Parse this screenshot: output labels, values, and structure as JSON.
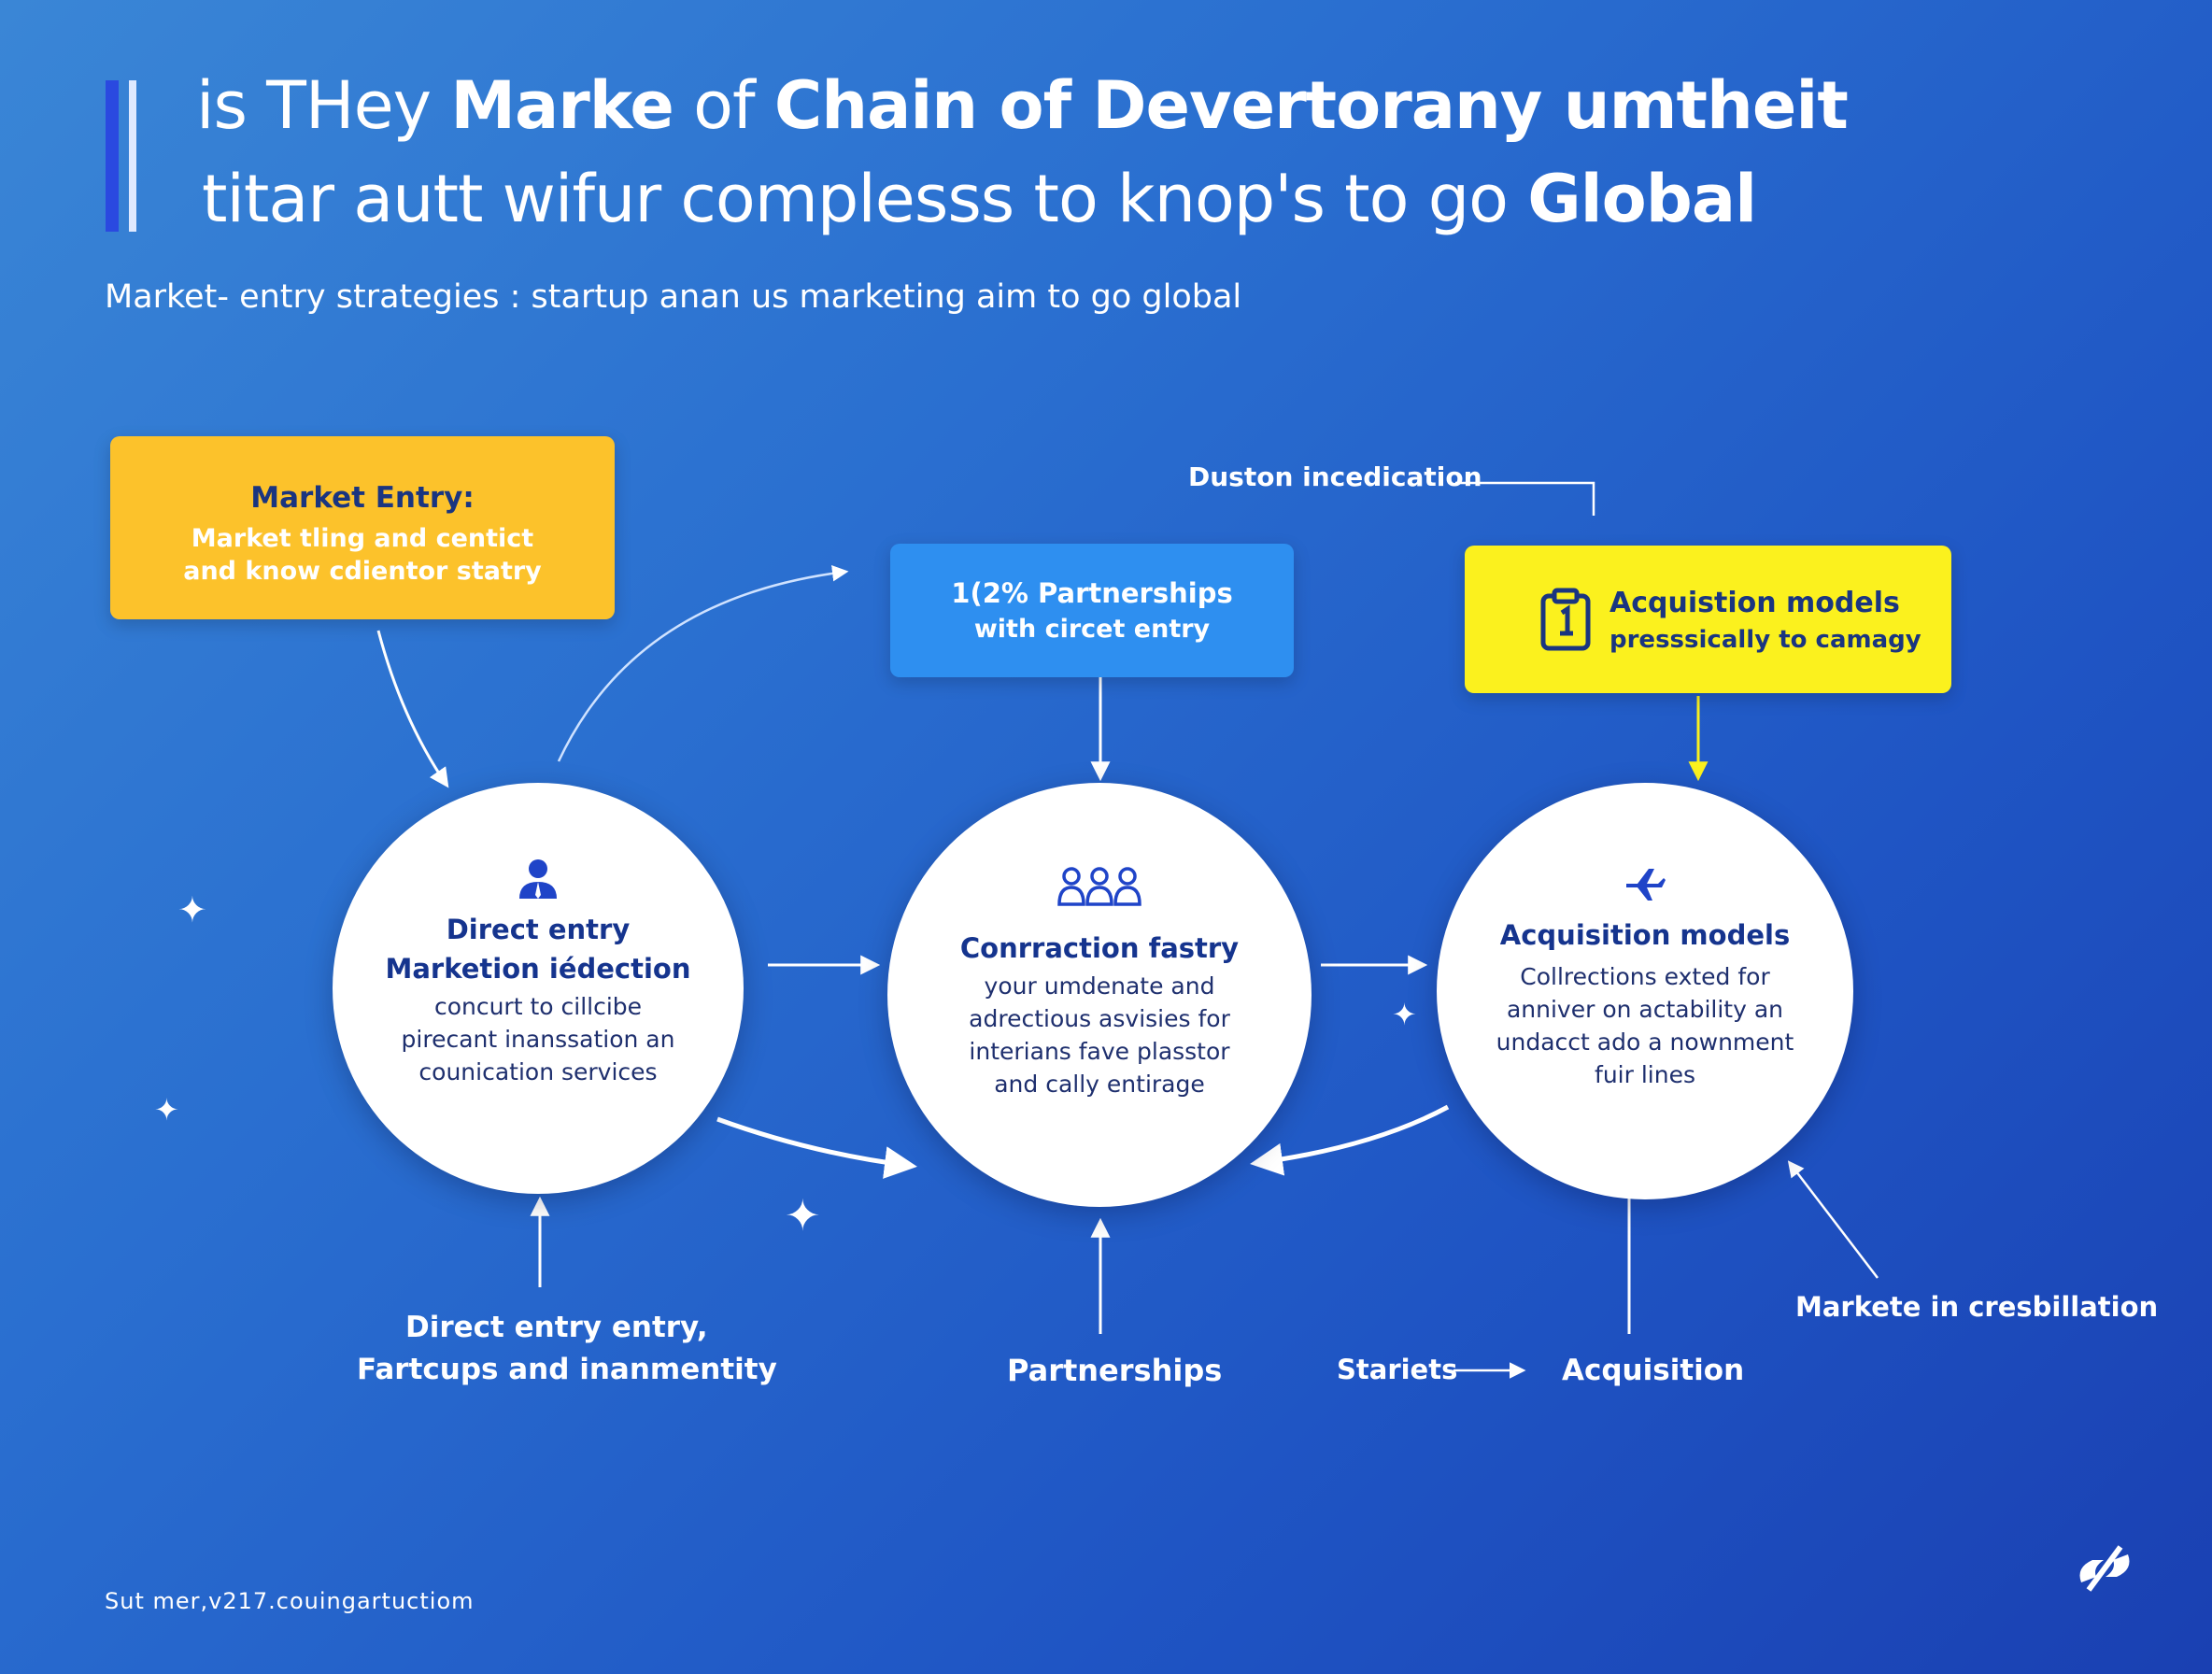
{
  "header": {
    "title_line1_a": "is THey ",
    "title_line1_b": "Marke",
    "title_line1_c": " of ",
    "title_line1_d": "Chain of Devertorany umtheit",
    "title_line2_a": "titar autt wifur complesss to knop's to go ",
    "title_line2_b": "Global",
    "subtitle": "Market- entry strategies : startup anan us marketing aim to go global"
  },
  "boxes": {
    "market_entry": {
      "title": "Market Entry:",
      "line1": "Market tling and centict",
      "line2": "and know cdientor statry"
    },
    "partnerships": {
      "title": "1(2% Partnerships",
      "line1": "with circet entry"
    },
    "acquisition": {
      "title": "Acquistion models",
      "line1": "presssically to camagy"
    }
  },
  "circles": {
    "direct": {
      "title1": "Direct entry",
      "title2": "Marketion iédection",
      "lines": [
        "concurt to cillcibe",
        "pirecant inanssation an",
        "counication services"
      ]
    },
    "middle": {
      "title1": "Conrraction fastry",
      "lines": [
        "your umdenate and",
        "adrectious asvisies for",
        "interians fave plasstor",
        "and cally entirage"
      ]
    },
    "acq": {
      "title1": "Acquisition models",
      "lines": [
        "Collrections exted for",
        "anniver on actability an",
        "undacct ado a nownment",
        "fuir lines"
      ]
    }
  },
  "labels": {
    "duston": "Duston incedication",
    "bottom_left_1": "Direct entry entry,",
    "bottom_left_2": "Fartcups and inanmentity",
    "bottom_mid": "Partnerships",
    "stariets": "Stariets",
    "acquisition": "Acquisition",
    "markete": "Markete in cresbillation",
    "footer": "Sut mer,v217.couingartuctiom"
  },
  "colors": {
    "accent_yellow_dark": "#fcc22b",
    "accent_yellow_bright": "#fbf11e",
    "accent_blue_box": "#2e8ff0",
    "circle_text": "#15348e"
  },
  "icons": {
    "direct": "person-icon",
    "middle": "group-icon",
    "acq": "plane-icon",
    "acq_box": "clipboard-icon",
    "logo": "logo-icon"
  }
}
